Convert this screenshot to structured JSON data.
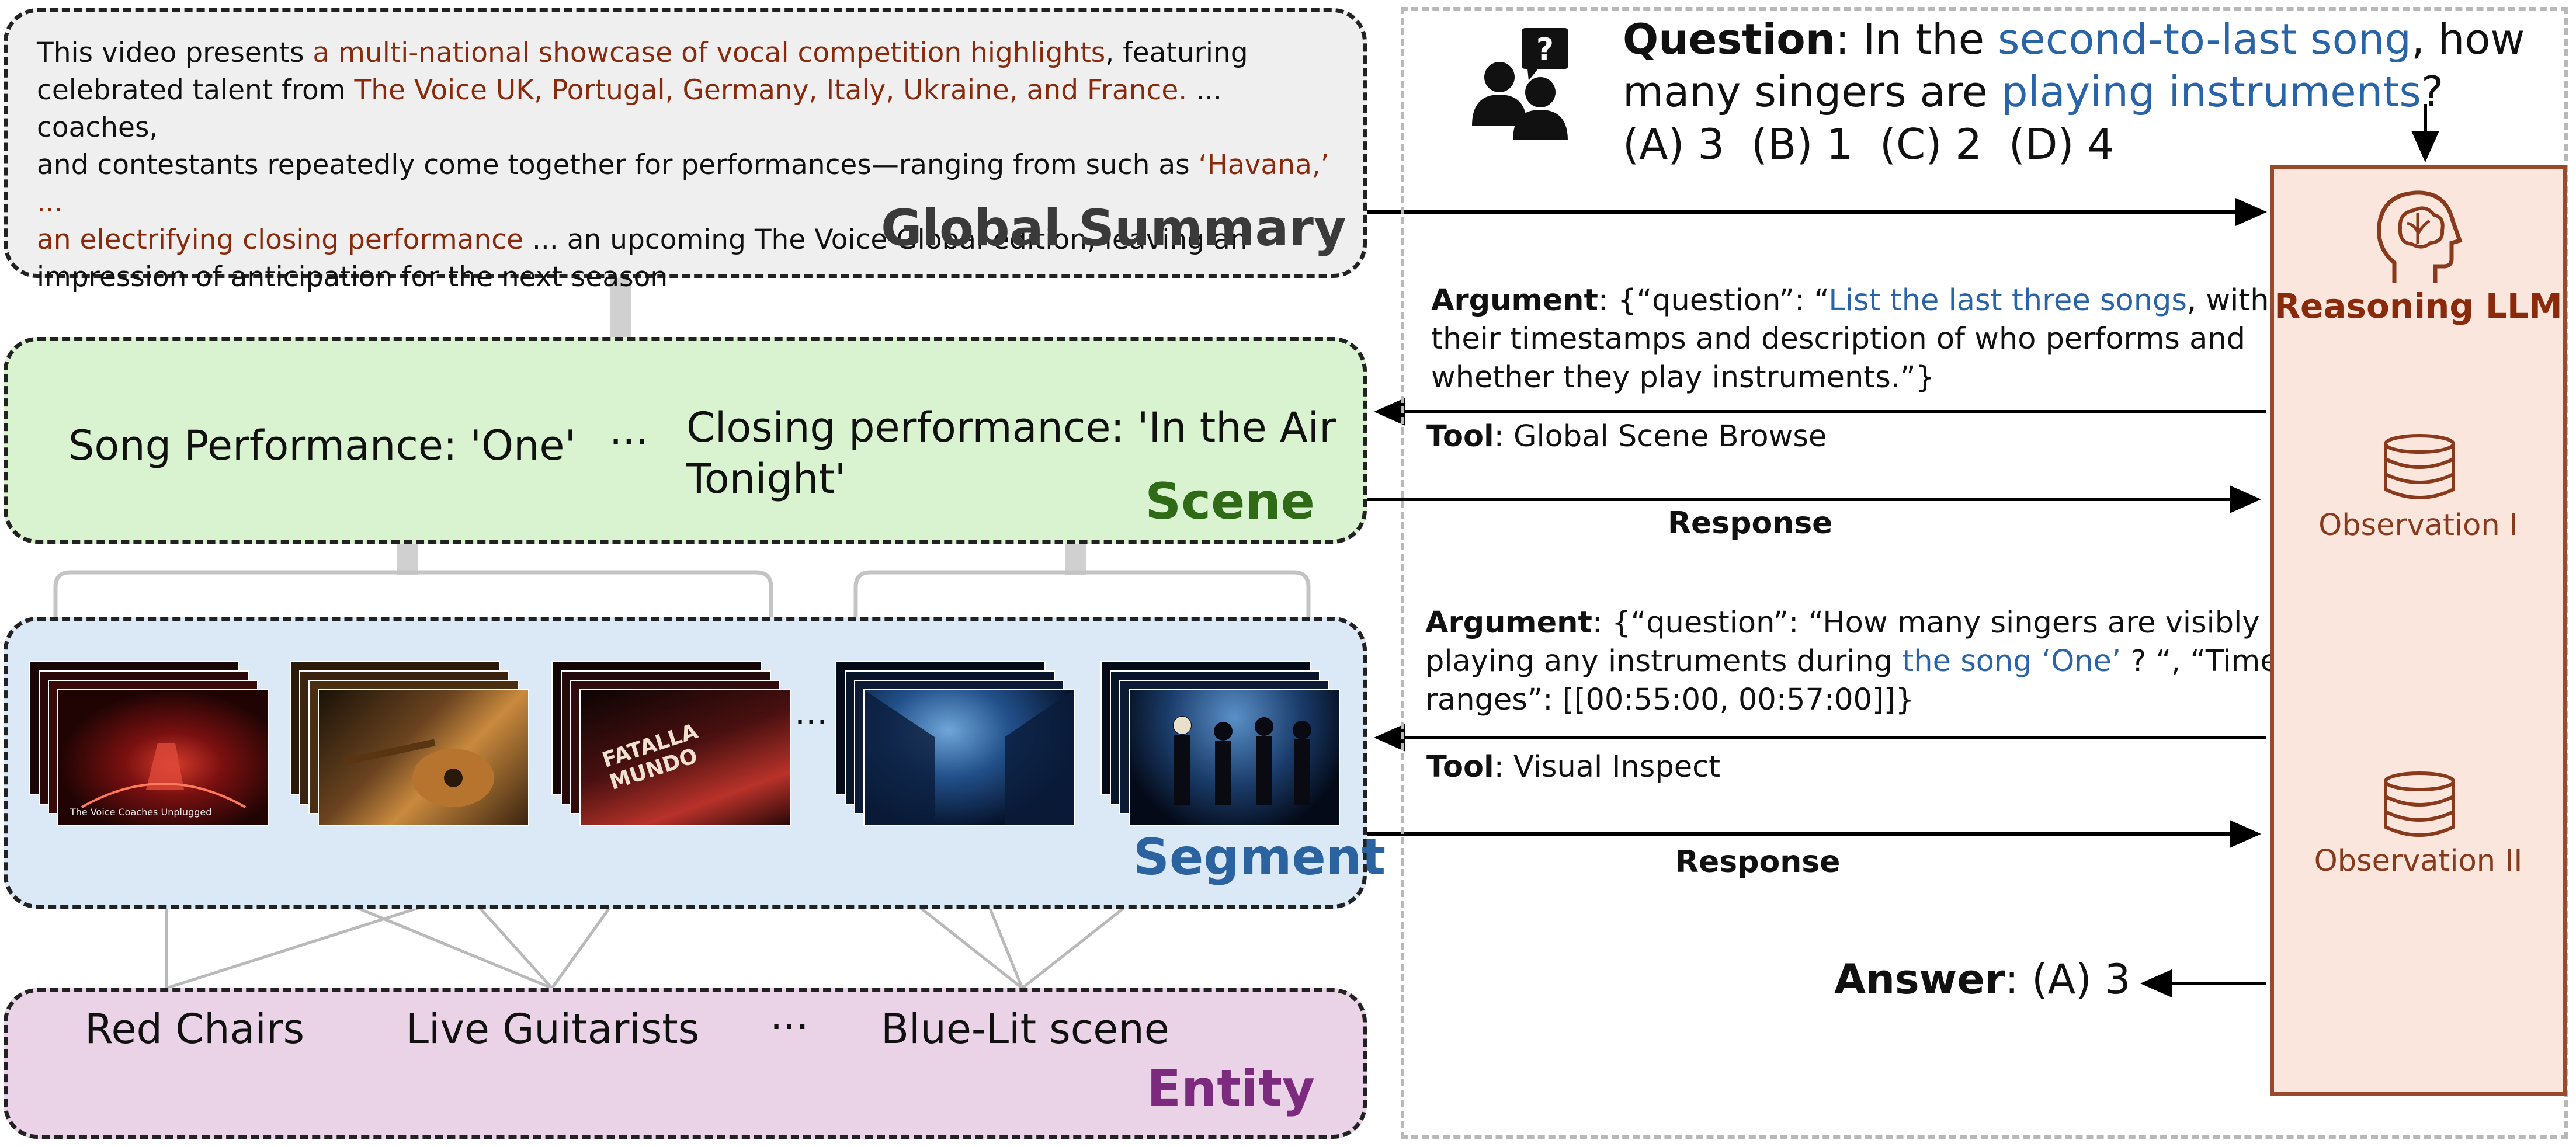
{
  "summary": {
    "line1_a": "This video presents ",
    "line1_hl": "a multi-national showcase of vocal competition highlights",
    "line1_b": ", featuring",
    "line2_a": "celebrated talent from ",
    "line2_hl": "The Voice UK, Portugal, Germany, Italy, Ukraine, and France.",
    "line2_b": " ... coaches,",
    "line3_a": "and contestants repeatedly come together for performances—ranging from such as ",
    "line3_hl": "‘Havana,’ ...",
    "line4_hl": "an electrifying closing performance",
    "line4_b": " ... an upcoming The Voice Global edition, leaving an",
    "line5": "impression of anticipation for the next season",
    "title": "Global Summary"
  },
  "scene": {
    "left_text": "Song Performance: 'One'",
    "ellipsis": "···",
    "right_line1": "Closing performance: 'In the Air",
    "right_line2": "Tonight'",
    "title": "Scene"
  },
  "segment": {
    "title": "Segment",
    "ellipsis": "···",
    "frame_caption": "The Voice Coaches Unplugged",
    "frame_sign": "FATALLA MUNDO"
  },
  "entity": {
    "items": [
      "Red Chairs",
      "Live Guitarists",
      "···",
      "Blue-Lit scene"
    ],
    "title": "Entity"
  },
  "question": {
    "label": "Question",
    "text_a": ": In the ",
    "text_hl1": "second-to-last song",
    "text_b": ", how",
    "line2_a": "many singers are ",
    "line2_hl": "playing instruments",
    "line2_b": "?",
    "options": "(A) 3  (B) 1  (C) 2  (D) 4",
    "icon": "user-question-icon"
  },
  "step1": {
    "arg_label": "Argument",
    "arg_a": ": {“question”: “",
    "arg_hl": "List the last three songs",
    "arg_b": ", with",
    "arg_line2": "their timestamps and description of who performs and",
    "arg_line3": "whether they play instruments.”}",
    "tool_label": "Tool",
    "tool_value": ": Global Scene Browse",
    "response": "Response"
  },
  "step2": {
    "arg_label": "Argument",
    "arg_a": ": {“question”: “How many singers are visibly",
    "arg_line2_a": "playing any instruments during ",
    "arg_line2_hl": "the song ‘One’",
    "arg_line2_b": " ? “, “Time",
    "arg_line3": "ranges”: [[00:55:00, 00:57:00]]}",
    "tool_label": "Tool",
    "tool_value": ": Visual Inspect",
    "response": "Response"
  },
  "llm": {
    "label": "Reasoning LLM",
    "obs1": "Observation I",
    "obs2": "Observation II",
    "icon": "brain-head-icon",
    "db_icon": "database-icon"
  },
  "answer": {
    "label": "Answer",
    "value": ": (A) 3"
  },
  "colors": {
    "summary_bg": "#efefef",
    "scene_bg": "#d9f3d0",
    "segment_bg": "#dbe8f6",
    "entity_bg": "#ead3e6",
    "llm_bg": "#fbe6dd",
    "scene_title": "#2f6a17",
    "segment_title": "#2b63a1",
    "entity_title": "#7b2a7e",
    "summary_title": "#3a3a3a",
    "highlight_brown": "#8a2a0c",
    "highlight_blue": "#2a64a8"
  }
}
